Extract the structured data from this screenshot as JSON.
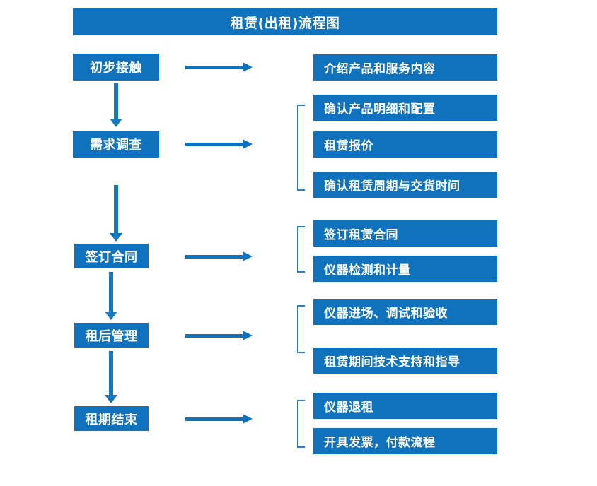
{
  "diagram": {
    "title": "租赁(出租)流程图",
    "theme_color": "#1072BC",
    "bracket_color": "#2E7FC4",
    "arrow_color": "#1072BC",
    "text_color": "#FFFFFF",
    "background": "#FFFFFF",
    "stages": [
      {
        "label": "初步接触"
      },
      {
        "label": "需求调查"
      },
      {
        "label": "签订合同"
      },
      {
        "label": "租后管理"
      },
      {
        "label": "租期结束"
      }
    ],
    "groups": [
      {
        "stage": "初步接触",
        "bracketed": false,
        "items": [
          {
            "label": "介绍产品和服务内容"
          }
        ]
      },
      {
        "stage": "需求调查",
        "bracketed": true,
        "items": [
          {
            "label": "确认产品明细和配置"
          },
          {
            "label": "租赁报价"
          },
          {
            "label": "确认租赁周期与交货时间"
          }
        ]
      },
      {
        "stage": "签订合同",
        "bracketed": true,
        "items": [
          {
            "label": "签订租赁合同"
          },
          {
            "label": "仪器检测和计量"
          }
        ]
      },
      {
        "stage": "租后管理",
        "bracketed": true,
        "items": [
          {
            "label": "仪器进场、调试和验收"
          },
          {
            "label": "租赁期间技术支持和指导"
          }
        ]
      },
      {
        "stage": "租期结束",
        "bracketed": true,
        "items": [
          {
            "label": "仪器退租"
          },
          {
            "label": "开具发票，付款流程"
          }
        ]
      }
    ]
  }
}
